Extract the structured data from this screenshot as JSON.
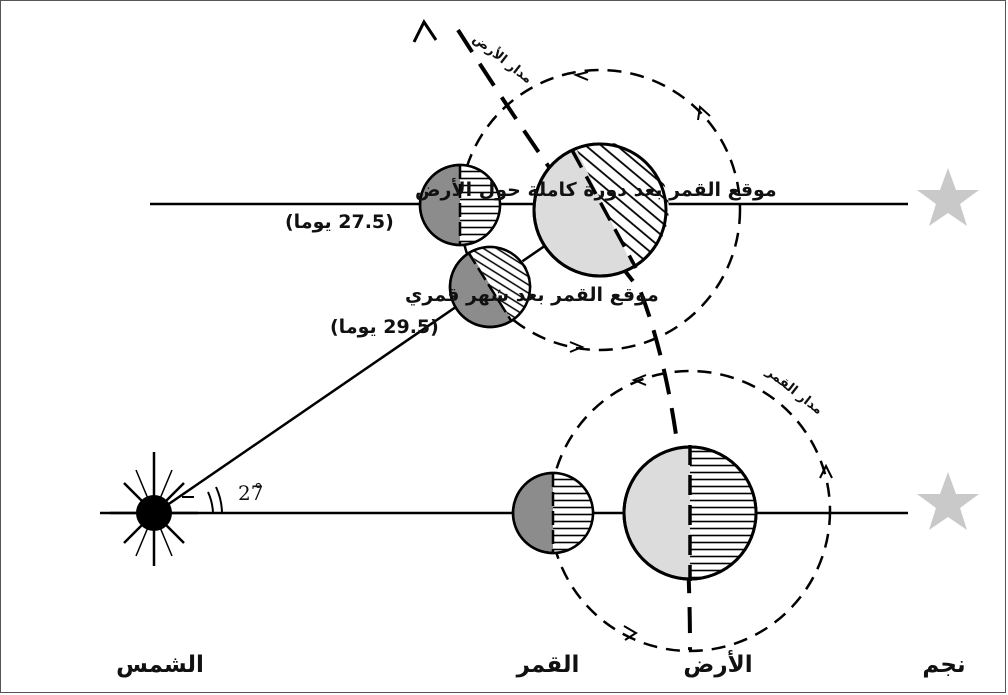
{
  "labels": {
    "sun": "الشمس",
    "moon": "القمر",
    "earth": "الأرض",
    "star": "نجم",
    "sidereal_line1": "موقع القمر بعد دورة كاملة حول الأرض",
    "sidereal_line2": "(27.5 يوما)",
    "synodic_line1": "موقع القمر بعد شهر قمري",
    "synodic_line2": "(29.5 يوما)",
    "earth_orbit": "مدار الأرض",
    "moon_orbit": "مدار القمر",
    "angle": "27̊"
  },
  "colors": {
    "light_half": "#dcdcdc",
    "dark_half": "#8c8c8c",
    "star": "#c9c9c9",
    "line": "#000000"
  }
}
